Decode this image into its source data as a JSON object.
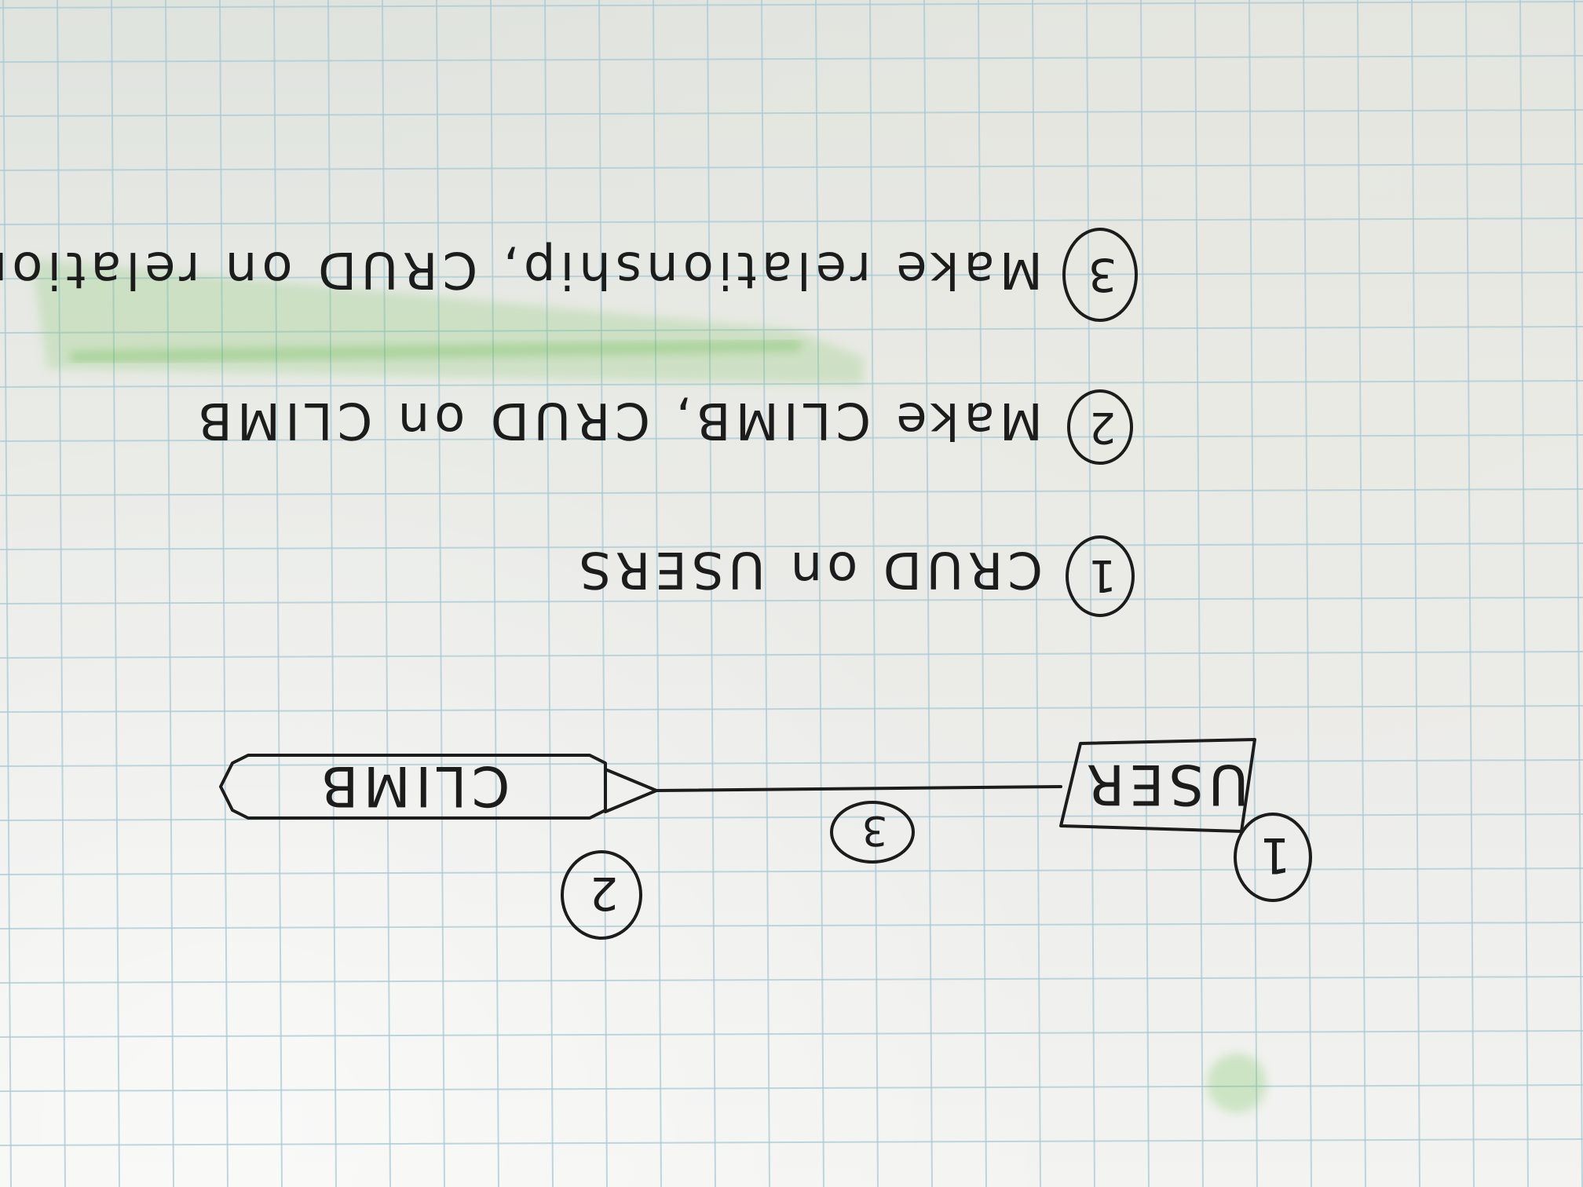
{
  "diagram": {
    "entities": [
      {
        "label": "USER",
        "marker": "1"
      },
      {
        "label": "CLIMB",
        "marker": "2"
      }
    ],
    "relationship_marker": "3"
  },
  "steps": [
    {
      "number": "1",
      "text": "CRUD on USERS"
    },
    {
      "number": "2",
      "text": "Make CLIMB, CRUD on CLIMB"
    },
    {
      "number": "3",
      "text": "Make relationship, CRUD on relationship"
    }
  ],
  "colors": {
    "ink": "#1c1c1c",
    "grid": "#a9c9d6",
    "highlighter": "#6fc152"
  }
}
